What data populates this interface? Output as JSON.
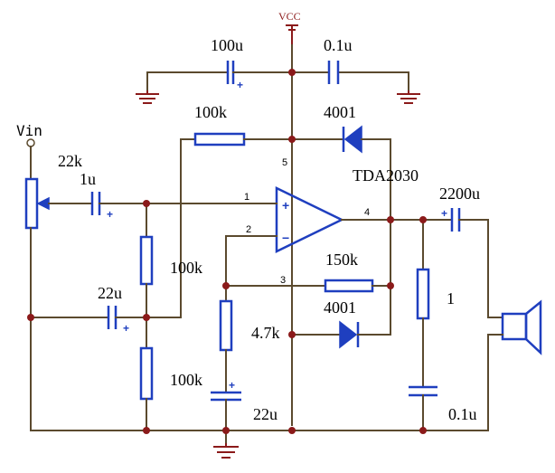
{
  "supply": {
    "vcc": "VCC"
  },
  "input": {
    "vin": "Vin"
  },
  "ic": {
    "name": "TDA2030",
    "pin1": "1",
    "pin2": "2",
    "pin3": "3",
    "pin4": "4",
    "pin5": "5",
    "plus_sign": "+",
    "minus_sign": "−"
  },
  "components": {
    "c_supply_electrolytic": "100u",
    "c_supply_ceramic": "0.1u",
    "r_bias_top": "100k",
    "d_upper": "4001",
    "pot": "22k",
    "c_input": "1u",
    "r_bias_bottom": "100k",
    "c_bias": "22u",
    "r_feedback": "150k",
    "d_lower": "4001",
    "r_ground": "4.7k",
    "r_ground_lower": "100k",
    "c_ground": "22u",
    "c_output": "2200u",
    "r_zobel": "1",
    "c_zobel": "0.1u"
  },
  "polarity": {
    "plus": "+"
  },
  "icons": {
    "ground": "ground-icon",
    "speaker": "speaker-icon",
    "diode": "diode-icon",
    "opamp": "opamp-icon"
  }
}
